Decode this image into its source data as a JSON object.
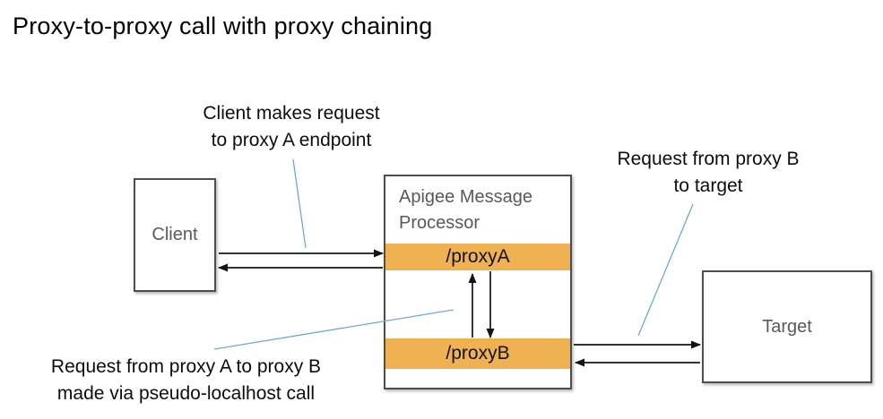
{
  "title": "Proxy-to-proxy call with proxy chaining",
  "colors": {
    "accent_orange": "#EFB152",
    "leader_blue": "#6FA8DC",
    "box_border": "#4D4D4D",
    "box_text": "#595959",
    "arrow_black": "#141414"
  },
  "annotations": {
    "client_request": {
      "line1": "Client makes request",
      "line2": "to proxy A endpoint"
    },
    "proxy_b_to_target": {
      "line1": "Request from proxy B",
      "line2": "to target"
    },
    "proxy_a_to_proxy_b": {
      "line1": "Request from proxy A to proxy B",
      "line2": "made via pseudo-localhost call"
    }
  },
  "nodes": {
    "client": {
      "label": "Client"
    },
    "message_processor": {
      "title": "Apigee Message Processor",
      "endpoints": [
        {
          "label": "/proxyA"
        },
        {
          "label": "/proxyB"
        }
      ]
    },
    "target": {
      "label": "Target"
    }
  }
}
